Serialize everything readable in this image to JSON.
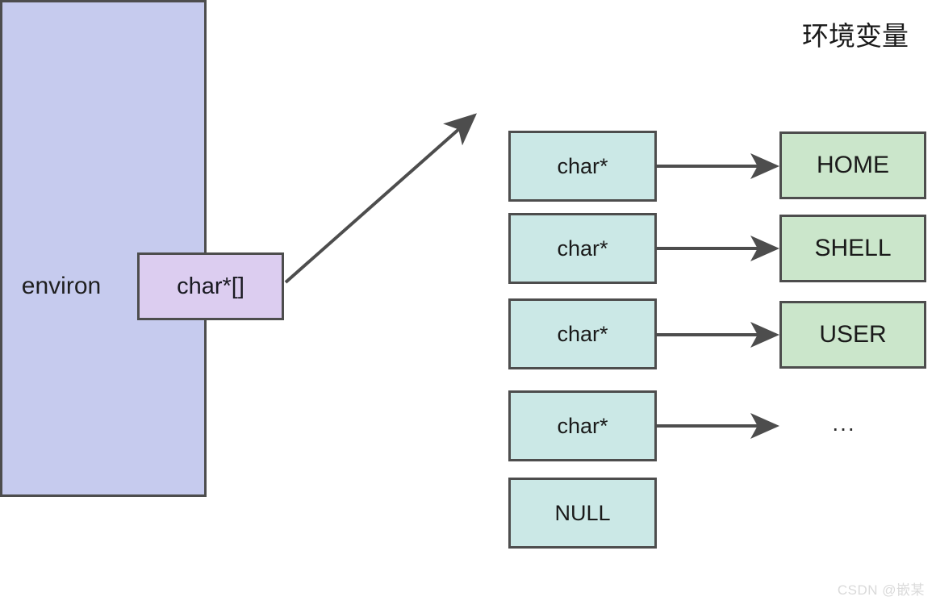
{
  "diagram": {
    "title": "环境变量",
    "background_color": "#ffffff",
    "stroke_color": "#4d4d4d",
    "environ_label": "environ",
    "environ_box": {
      "label": "char*[]",
      "fill_color": "#dccdf0"
    },
    "array_container": {
      "name": "environ array",
      "fill_color": "#c6cbee"
    },
    "array_slots": [
      {
        "label": "char*",
        "fill_color": "#cbe8e6"
      },
      {
        "label": "char*",
        "fill_color": "#cbe8e6"
      },
      {
        "label": "char*",
        "fill_color": "#cbe8e6"
      },
      {
        "label": "char*",
        "fill_color": "#cbe8e6"
      },
      {
        "label": "NULL",
        "fill_color": "#cbe8e6"
      }
    ],
    "env_boxes": [
      {
        "label": "HOME",
        "fill_color": "#cbe6cb"
      },
      {
        "label": "SHELL",
        "fill_color": "#cbe6cb"
      },
      {
        "label": "USER",
        "fill_color": "#cbe6cb"
      }
    ],
    "ellipsis": "...",
    "watermark": "CSDN @嵌某"
  }
}
